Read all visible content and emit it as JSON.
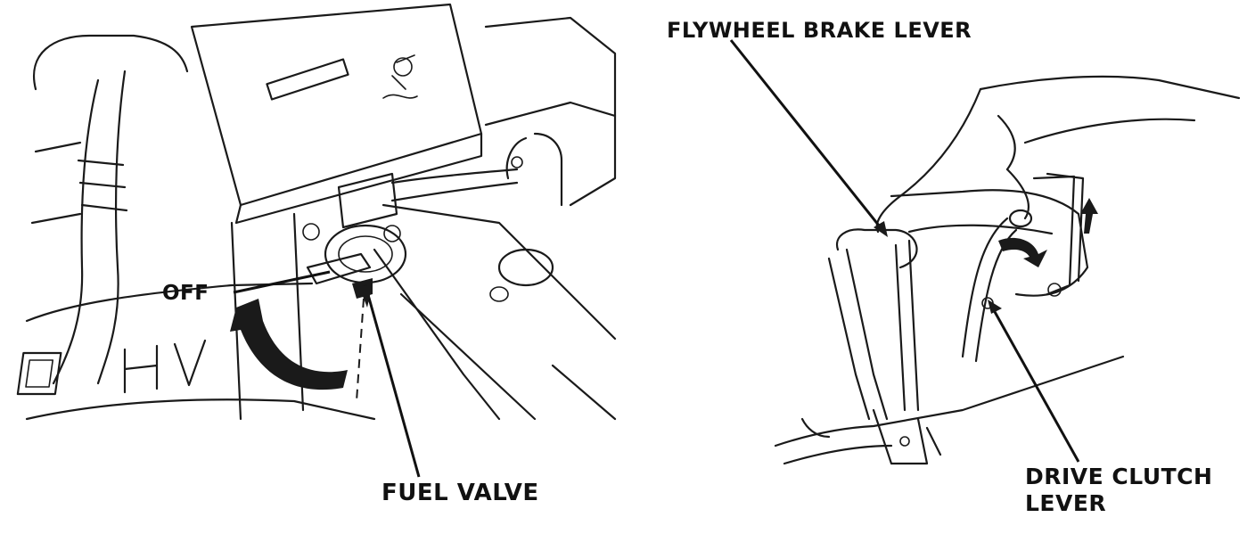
{
  "left_figure": {
    "callouts": {
      "off": "OFF",
      "fuel_valve": "FUEL VALVE",
      "engine_badge": "OHV"
    }
  },
  "right_figure": {
    "callouts": {
      "flywheel_brake_lever": "FLYWHEEL BRAKE LEVER",
      "drive_clutch_lever_line1": "DRIVE CLUTCH",
      "drive_clutch_lever_line2": "LEVER"
    }
  }
}
